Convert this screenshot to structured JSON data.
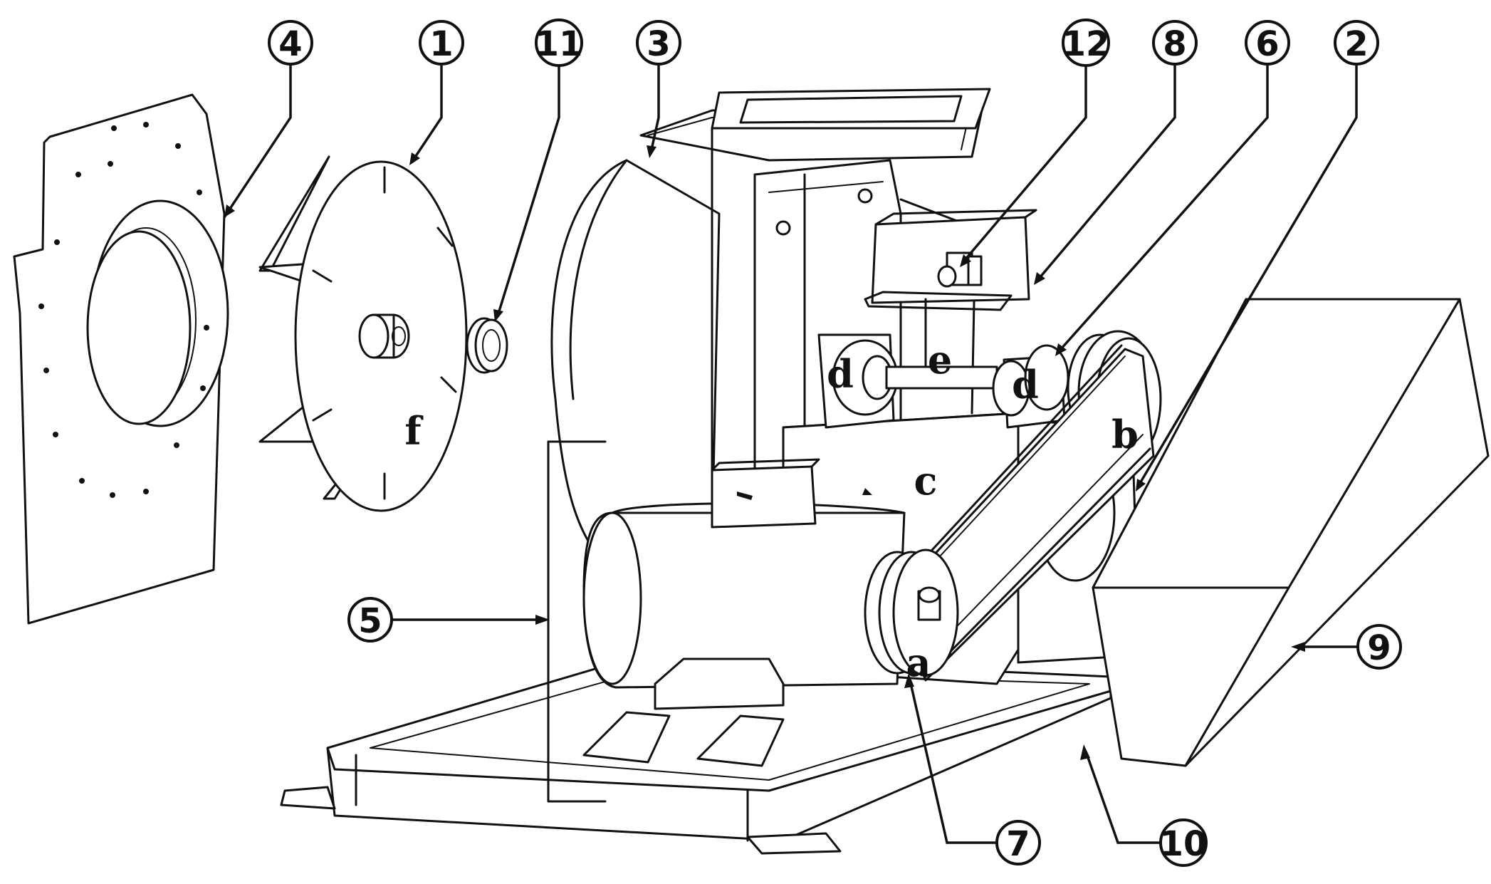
{
  "callouts": {
    "c1": "1",
    "c2": "2",
    "c3": "3",
    "c4": "4",
    "c5": "5",
    "c6": "6",
    "c7": "7",
    "c8": "8",
    "c9": "9",
    "c10": "10",
    "c11": "11",
    "c12": "12"
  },
  "letters": {
    "a": "a",
    "b": "b",
    "c": "c",
    "d_left": "d",
    "d_right": "d",
    "e": "e",
    "f": "f"
  }
}
